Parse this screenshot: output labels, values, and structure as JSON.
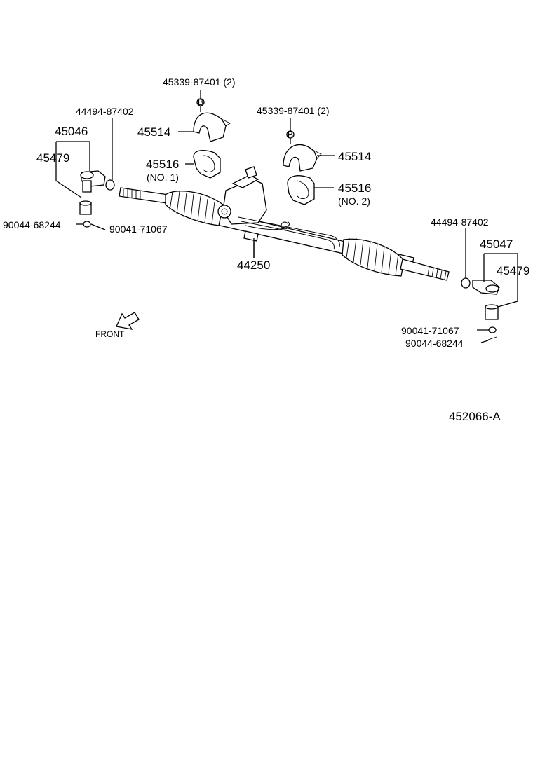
{
  "labels": {
    "clamp_bolt_left": "45339-87401 (2)",
    "clamp_bolt_right": "45339-87401 (2)",
    "nut_left": "44494-87402",
    "tie_rod_end_left": "45046",
    "tie_rod_end_sub_left": "45479",
    "bracket_left": "45514",
    "grommet_no1": "45516",
    "grommet_no1_note": "(NO. 1)",
    "bracket_right": "45514",
    "grommet_no2": "45516",
    "grommet_no2_note": "(NO. 2)",
    "cotter_left": "90044-68244",
    "nut_lower_left": "90041-71067",
    "gear_assembly": "44250",
    "nut_right": "44494-87402",
    "tie_rod_end_right": "45047",
    "tie_rod_end_sub_right": "45479",
    "nut_lower_right": "90041-71067",
    "cotter_right": "90044-68244",
    "front": "FRONT",
    "bolt_marker": "B",
    "diagram_code": "452066-A"
  }
}
